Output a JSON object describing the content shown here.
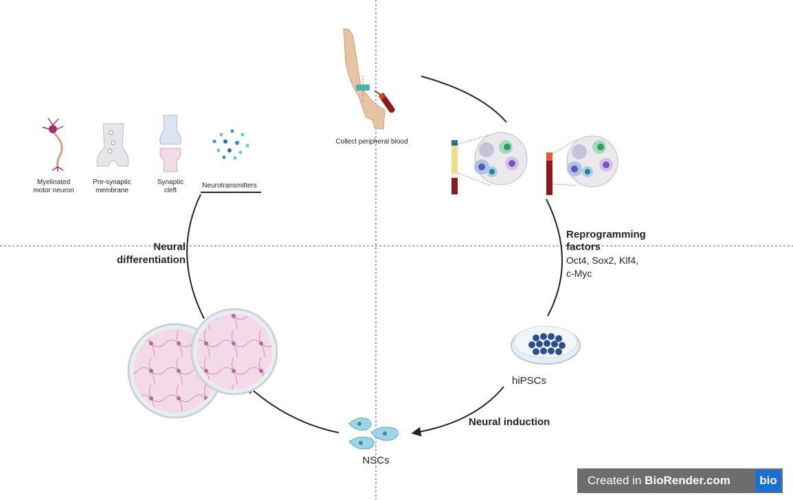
{
  "top": {
    "collect_label": "Collect peripheral blood"
  },
  "neuro_types": [
    {
      "line1": "Myelinated",
      "line2": "motor neuron"
    },
    {
      "line1": "Pre-synaptic",
      "line2": "membrane"
    },
    {
      "line1": "Synaptic",
      "line2": "cleft"
    },
    {
      "line1": "Neurotransmitters",
      "line2": ""
    }
  ],
  "steps": {
    "reprogramming": {
      "line1": "Reprogramming",
      "line2": "factors"
    },
    "factors": {
      "line1": "Oct4, Sox2, Klf4,",
      "line2": "c-Myc"
    },
    "hipscs": "hiPSCs",
    "neural_induction": "Neural induction",
    "nscs": "NSCs",
    "neural_diff": {
      "line1": "Neural",
      "line2": "differentiation"
    }
  },
  "badge": {
    "prefix": "Created in ",
    "brand": "BioRender.com",
    "logo": "bio"
  },
  "colors": {
    "skin": "#e8c3a3",
    "blood": "#8b1a1a",
    "petri_pink": "#f4d9e6",
    "cell_blue": "#9fd4e3",
    "ipsc_blue": "#2a4f8f",
    "badge_bg": "#6d6d6d",
    "badge_logo": "#1c6fd1"
  }
}
